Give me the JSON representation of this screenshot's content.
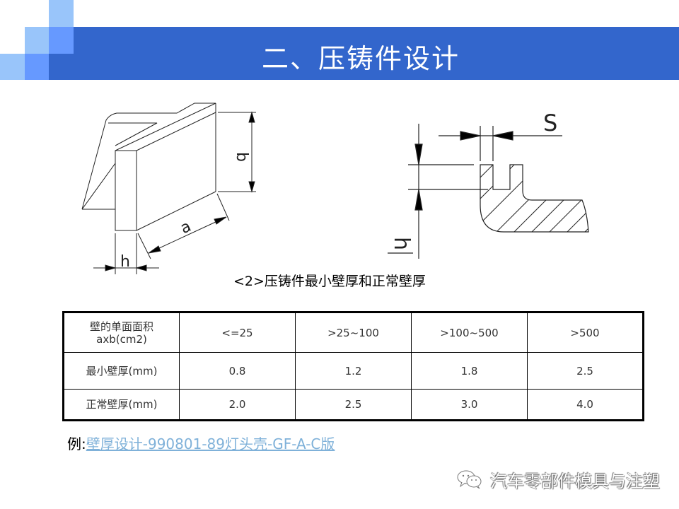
{
  "slide": {
    "title": "二、压铸件设计",
    "colors": {
      "banner": "#3366cc",
      "square_light": "#99c5fa",
      "square_medium": "#6699ff",
      "link": "#7fb1d9"
    }
  },
  "figures": {
    "left_labels": {
      "b": "b",
      "a": "a",
      "h": "h"
    },
    "right_labels": {
      "s": "S",
      "h": "h"
    },
    "caption": "<2>压铸件最小壁厚和正常壁厚"
  },
  "table": {
    "header": {
      "label_line1": "壁的单面面积",
      "label_line2": "axb(cm2)",
      "columns": [
        "<=25",
        ">25~100",
        ">100~500",
        ">500"
      ]
    },
    "rows": [
      {
        "label": "最小壁厚(mm)",
        "values": [
          "0.8",
          "1.2",
          "1.8",
          "2.5"
        ]
      },
      {
        "label": "正常壁厚(mm)",
        "values": [
          "2.0",
          "2.5",
          "3.0",
          "4.0"
        ]
      }
    ]
  },
  "example": {
    "label": "例:",
    "link_text": "壁厚设计-990801-89灯头壳-GF-A-C版"
  },
  "watermark": {
    "icon": "wechat-icon",
    "text": "汽车零部件模具与注塑"
  }
}
